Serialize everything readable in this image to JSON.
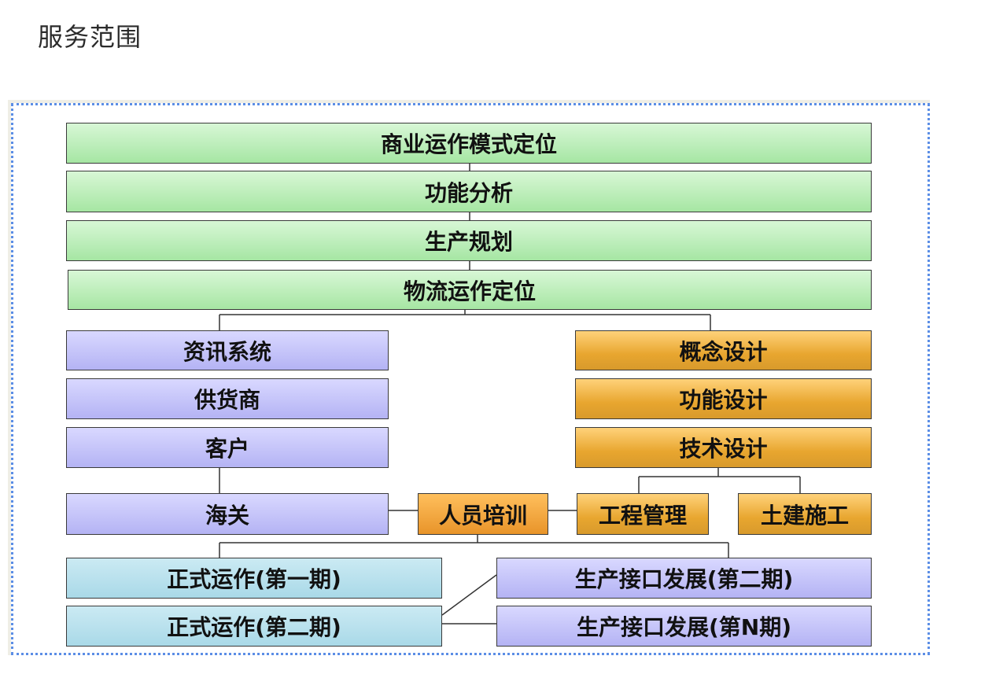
{
  "title": "服务范围",
  "diagram": {
    "top_chain": [
      "商业运作模式定位",
      "功能分析",
      "生产规划",
      "物流运作定位"
    ],
    "left_chain": [
      "资讯系统",
      "供货商",
      "客户",
      "海关"
    ],
    "right_chain": [
      "概念设计",
      "功能设计",
      "技术设计"
    ],
    "middle": "人员培训",
    "right_split": [
      "工程管理",
      "土建施工"
    ],
    "bottom_left": [
      "正式运作(第一期)",
      "正式运作(第二期)"
    ],
    "bottom_right": [
      "生产接口发展(第二期)",
      "生产接口发展(第N期)"
    ]
  },
  "colors": {
    "top_chain": "#b8ecb5",
    "left_chain": "#c4c3fa",
    "right_chain": "#e8a62f",
    "middle": "#f0a540",
    "bottom_left": "#b9e1ee",
    "bottom_right": "#c4c3fa",
    "frame_border": "#5b8ee6"
  }
}
